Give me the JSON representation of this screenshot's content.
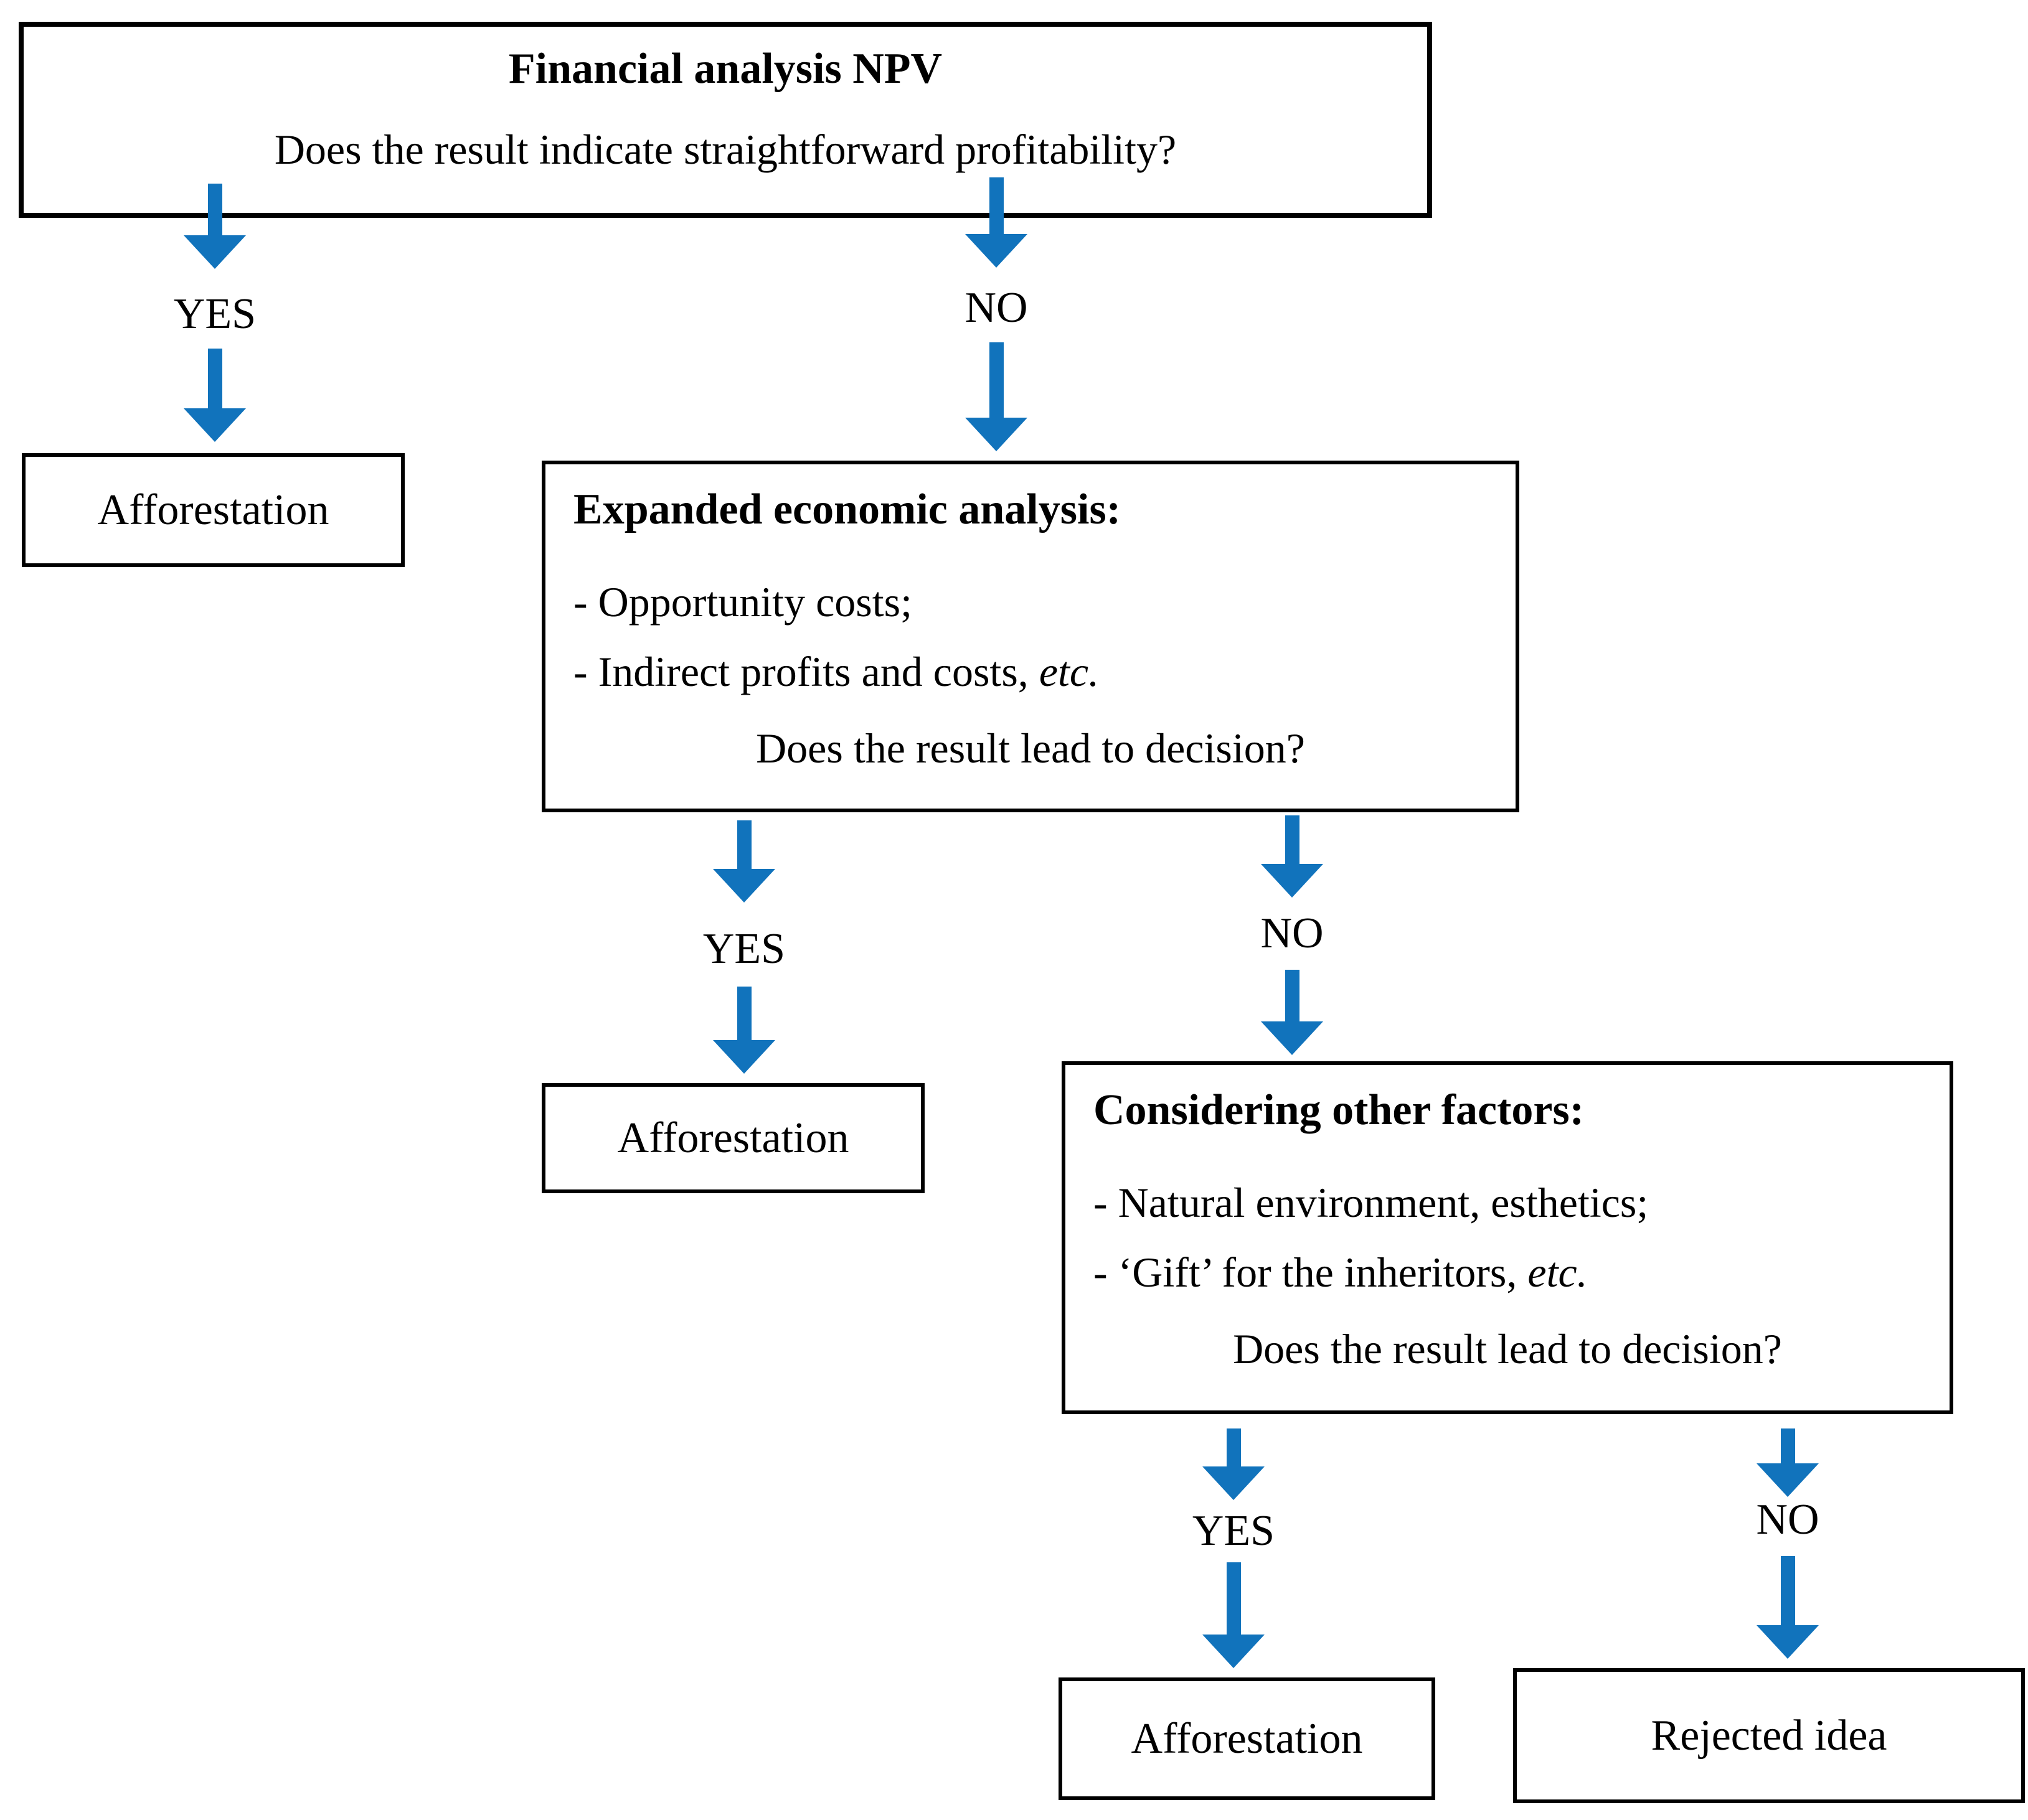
{
  "labels": {
    "yes": "YES",
    "no": "NO"
  },
  "colors": {
    "arrow_blue": "#1173BC",
    "box_border": "#000000",
    "text": "#000000",
    "background": "#FFFFFF"
  },
  "nodes": {
    "financial": {
      "title": "Financial analysis NPV",
      "question": "Does the result indicate straightforward profitability?"
    },
    "afforestation_top": {
      "label": "Afforestation"
    },
    "expanded": {
      "title": "Expanded economic analysis:",
      "bullets": [
        {
          "text": "- Opportunity costs;",
          "italic_suffix": ""
        },
        {
          "text": "- Indirect profits and costs, ",
          "italic_suffix": "etc."
        }
      ],
      "question": "Does the result lead to decision?"
    },
    "afforestation_middle": {
      "label": "Afforestation"
    },
    "considering": {
      "title": "Considering other factors:",
      "bullets": [
        {
          "text": "- Natural environment, esthetics;",
          "italic_suffix": ""
        },
        {
          "text": "- ‘Gift’ for the inheritors, ",
          "italic_suffix": "etc."
        }
      ],
      "question": "Does the result lead to decision?"
    },
    "afforestation_bottom": {
      "label": "Afforestation"
    },
    "rejected": {
      "label": "Rejected idea"
    }
  }
}
